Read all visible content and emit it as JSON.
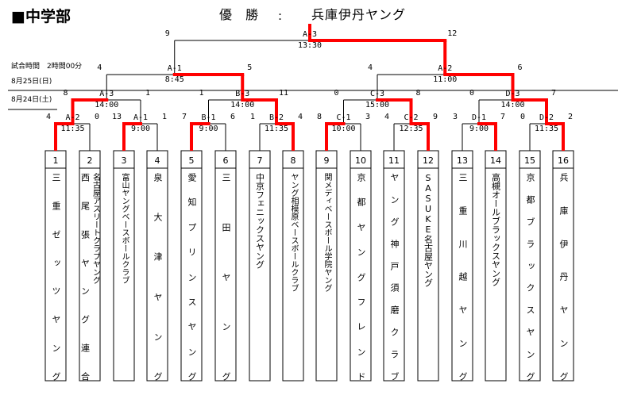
{
  "header": {
    "section_title": "■中学部",
    "winner_label": "優 勝",
    "winner_colon": ":",
    "winner_team": "兵庫伊丹ヤング",
    "game_time": "試合時間　2時間00分",
    "date_day2": "8月25日(日)",
    "date_day1": "8月24日(土)"
  },
  "colors": {
    "line": "#000000",
    "winner_path": "#ff0000"
  },
  "teams": [
    {
      "num": "1",
      "name": [
        "三重ゼッツヤング"
      ]
    },
    {
      "num": "2",
      "name": [
        "名古屋アスリートクラブヤング",
        "西尾張ヤング連合"
      ]
    },
    {
      "num": "3",
      "name": [
        "富山ヤングベースボールクラブ"
      ]
    },
    {
      "num": "4",
      "name": [
        "泉大津ヤング"
      ]
    },
    {
      "num": "5",
      "name": [
        "愛知プリンスヤング"
      ]
    },
    {
      "num": "6",
      "name": [
        "三田ヤング"
      ]
    },
    {
      "num": "7",
      "name": [
        "中京フェニックスヤング"
      ]
    },
    {
      "num": "8",
      "name": [
        "ヤング相模原ベースボールクラブ"
      ]
    },
    {
      "num": "9",
      "name": [
        "関メディベースボール学院ヤング"
      ]
    },
    {
      "num": "10",
      "name": [
        "京都ヤングフレンド"
      ]
    },
    {
      "num": "11",
      "name": [
        "ヤング神戸須磨クラブ"
      ]
    },
    {
      "num": "12",
      "name": [
        "SASUKE名古屋ヤング"
      ]
    },
    {
      "num": "13",
      "name": [
        "三重川越ヤング"
      ]
    },
    {
      "num": "14",
      "name": [
        "高槻オールブラックスヤング"
      ]
    },
    {
      "num": "15",
      "name": [
        "京都ブラックスヤング"
      ]
    },
    {
      "num": "16",
      "name": [
        "兵庫伊丹ヤング"
      ]
    }
  ],
  "matches": {
    "r1": [
      {
        "label": "A-2",
        "time": "11:35",
        "score_left": "4",
        "score_right": "0"
      },
      {
        "label": "A-1",
        "time": "9:00",
        "score_left": "13",
        "score_right": "1"
      },
      {
        "label": "B-1",
        "time": "9:00",
        "score_left": "7",
        "score_right": "6"
      },
      {
        "label": "B-2",
        "time": "11:35",
        "score_left": "1",
        "score_right": "4"
      },
      {
        "label": "C-1",
        "time": "10:00",
        "score_left": "8",
        "score_right": "3"
      },
      {
        "label": "C-2",
        "time": "12:35",
        "score_left": "4",
        "score_right": "9"
      },
      {
        "label": "D-1",
        "time": "9:00",
        "score_left": "3",
        "score_right": "7"
      },
      {
        "label": "D-2",
        "time": "11:35",
        "score_left": "0",
        "score_right": "2"
      }
    ],
    "r2": [
      {
        "label": "A-3",
        "time": "14:00",
        "score_left": "8",
        "score_right": "1"
      },
      {
        "label": "B-3",
        "time": "14:00",
        "score_left": "1",
        "score_right": "11"
      },
      {
        "label": "C-3",
        "time": "15:00",
        "score_left": "0",
        "score_right": "8"
      },
      {
        "label": "D-3",
        "time": "14:00",
        "score_left": "0",
        "score_right": "7"
      }
    ],
    "semi": [
      {
        "label": "A-1",
        "time": "8:45",
        "score_left": "4",
        "score_right": "5"
      },
      {
        "label": "A-2",
        "time": "11:00",
        "score_left": "4",
        "score_right": "6"
      }
    ],
    "final": {
      "label": "A-3",
      "time": "13:30",
      "score_left": "9",
      "score_right": "12"
    }
  }
}
